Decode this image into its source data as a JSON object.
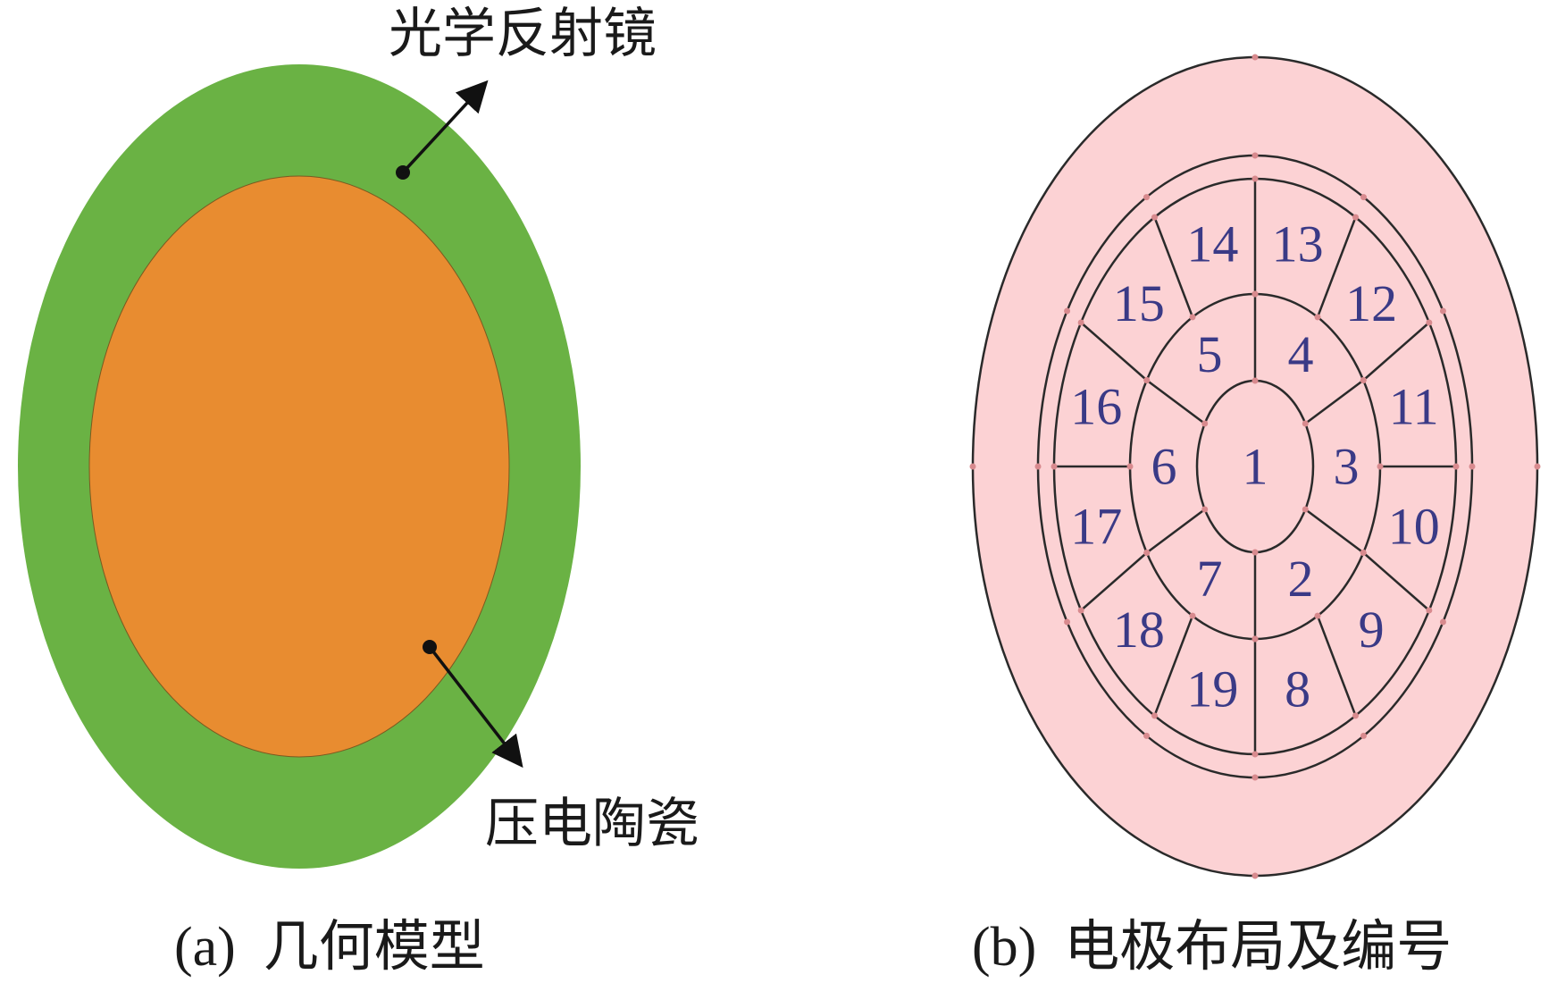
{
  "panel_a": {
    "label_mirror": "光学反射镜",
    "label_ceramic": "压电陶瓷",
    "caption": "(a)  几何模型",
    "colors": {
      "outer": "#6ab244",
      "inner": "#e88c30",
      "arrow": "#111111"
    }
  },
  "panel_b": {
    "caption": "(b)  电极布局及编号",
    "electrodes": [
      "1",
      "2",
      "3",
      "4",
      "5",
      "6",
      "7",
      "8",
      "9",
      "10",
      "11",
      "12",
      "13",
      "14",
      "15",
      "16",
      "17",
      "18",
      "19"
    ],
    "colors": {
      "fill": "#fcd2d4",
      "stroke": "#2a2a2a",
      "node": "#d88a8e",
      "number": "#3a3a86"
    }
  }
}
